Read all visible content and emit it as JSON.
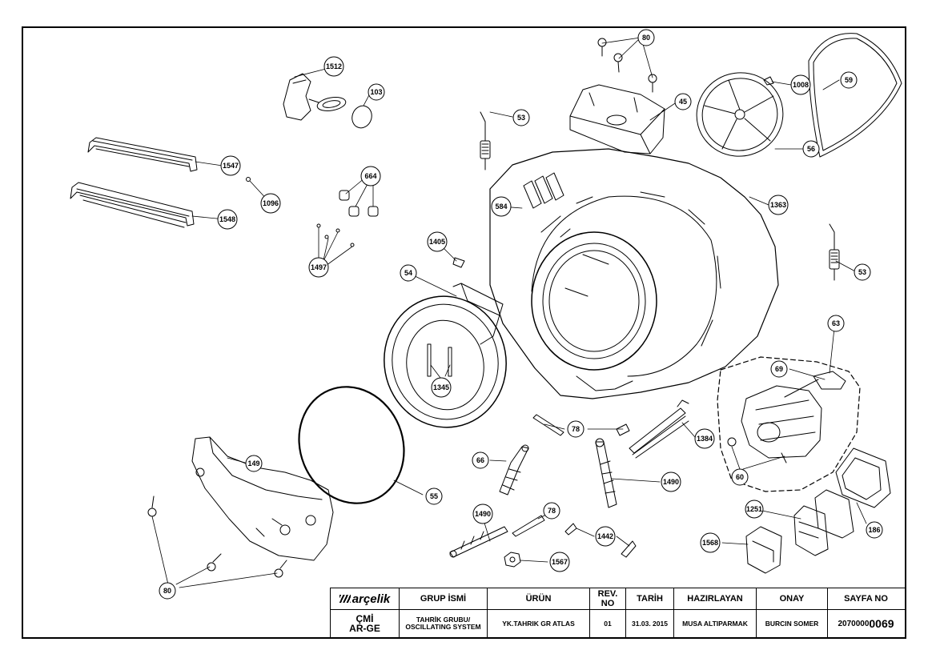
{
  "callouts": [
    {
      "id": "c80a",
      "label": "80"
    },
    {
      "id": "c1512",
      "label": "1512"
    },
    {
      "id": "c103",
      "label": "103"
    },
    {
      "id": "c45",
      "label": "45"
    },
    {
      "id": "c1008",
      "label": "1008"
    },
    {
      "id": "c59",
      "label": "59"
    },
    {
      "id": "c53a",
      "label": "53"
    },
    {
      "id": "c56",
      "label": "56"
    },
    {
      "id": "c1547",
      "label": "1547"
    },
    {
      "id": "c1096",
      "label": "1096"
    },
    {
      "id": "c664",
      "label": "664"
    },
    {
      "id": "c584",
      "label": "584"
    },
    {
      "id": "c1363",
      "label": "1363"
    },
    {
      "id": "c1548",
      "label": "1548"
    },
    {
      "id": "c1405",
      "label": "1405"
    },
    {
      "id": "c1497",
      "label": "1497"
    },
    {
      "id": "c54",
      "label": "54"
    },
    {
      "id": "c53b",
      "label": "53"
    },
    {
      "id": "c63",
      "label": "63"
    },
    {
      "id": "c69",
      "label": "69"
    },
    {
      "id": "c1345",
      "label": "1345"
    },
    {
      "id": "c78a",
      "label": "78"
    },
    {
      "id": "c1384",
      "label": "1384"
    },
    {
      "id": "c149",
      "label": "149"
    },
    {
      "id": "c66",
      "label": "66"
    },
    {
      "id": "c60",
      "label": "60"
    },
    {
      "id": "c1490a",
      "label": "1490"
    },
    {
      "id": "c55",
      "label": "55"
    },
    {
      "id": "c1251",
      "label": "1251"
    },
    {
      "id": "c1490b",
      "label": "1490"
    },
    {
      "id": "c78b",
      "label": "78"
    },
    {
      "id": "c1442",
      "label": "1442"
    },
    {
      "id": "c186",
      "label": "186"
    },
    {
      "id": "c1568",
      "label": "1568"
    },
    {
      "id": "c1567",
      "label": "1567"
    },
    {
      "id": "c80b",
      "label": "80"
    }
  ],
  "title_block": {
    "logo": "arçelik",
    "headers": {
      "group_name": "GRUP İSMİ",
      "product": "ÜRÜN",
      "rev_no": "REV. NO",
      "date": "TARİH",
      "prepared_by": "HAZIRLAYAN",
      "approval": "ONAY",
      "page_no": "SAYFA NO"
    },
    "values": {
      "code_line1": "ÇMİ",
      "code_line2": "AR-GE",
      "group_name_line1": "TAHRİK GRUBU/",
      "group_name_line2": "OSCILLATING SYSTEM",
      "product": "YK.TAHRIK GR ATLAS",
      "rev_no": "01",
      "date": "31.03. 2015",
      "prepared_by": "MUSA ALTIPARMAK",
      "approval": "BURCIN SOMER",
      "page_no_prefix": "2070000",
      "page_no_suffix": "0069"
    }
  }
}
